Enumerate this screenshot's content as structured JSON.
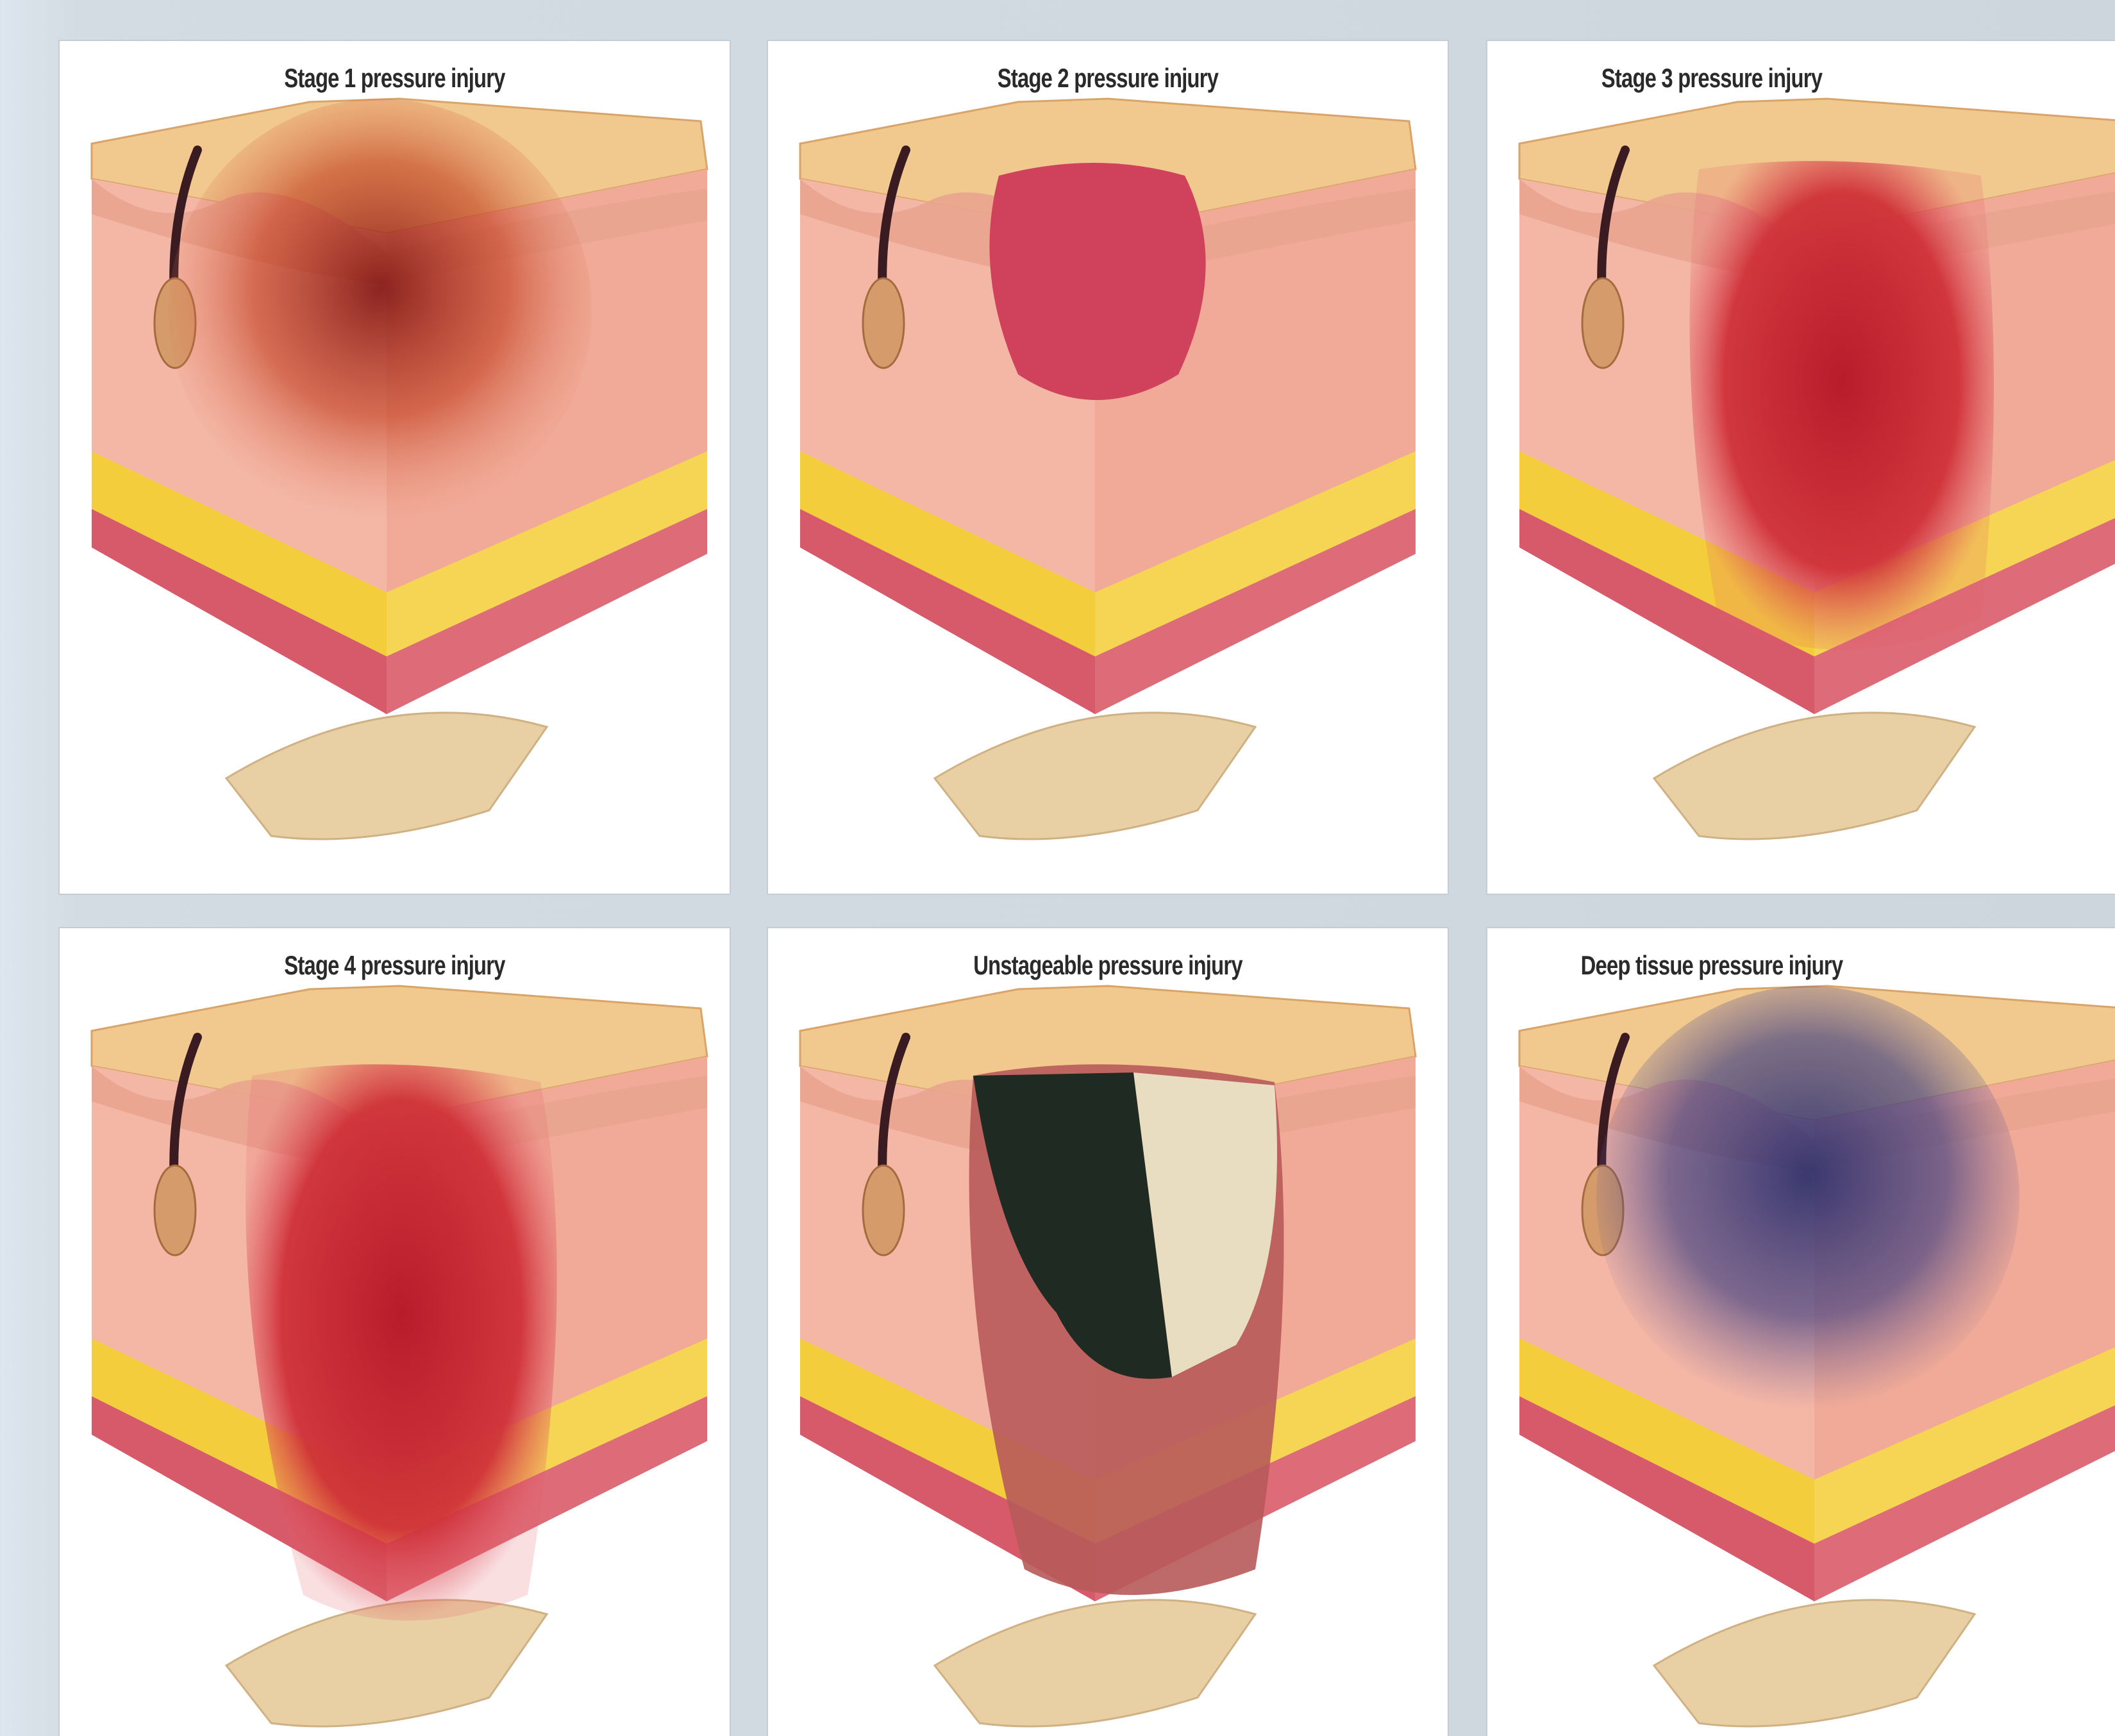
{
  "panels": [
    {
      "key": "stage1",
      "title": "Stage 1 pressure injury",
      "wound": "erythema"
    },
    {
      "key": "stage2",
      "title": "Stage 2 pressure injury",
      "wound": "blister"
    },
    {
      "key": "stage3",
      "title": "Stage 3 pressure injury",
      "wound": "full-thickness"
    },
    {
      "key": "stage4",
      "title": "Stage 4 pressure injury",
      "wound": "deep-crater"
    },
    {
      "key": "unstageable",
      "title": "Unstageable pressure injury",
      "wound": "eschar-slough"
    },
    {
      "key": "deep_tissue",
      "title": "Deep tissue pressure injury",
      "wound": "purple-discoloration"
    }
  ],
  "colors": {
    "skin_top": "#f1c98e",
    "epidermis": "#e9a48f",
    "dermis": "#f4b7a6",
    "fat": "#f3cd3c",
    "muscle": "#d65a6a",
    "bone": "#e8cfa4",
    "wound_red": "#c3222f",
    "eschar": "#1f2a22",
    "slough": "#e8dcc1",
    "dti_purple": "#3a3a78"
  }
}
